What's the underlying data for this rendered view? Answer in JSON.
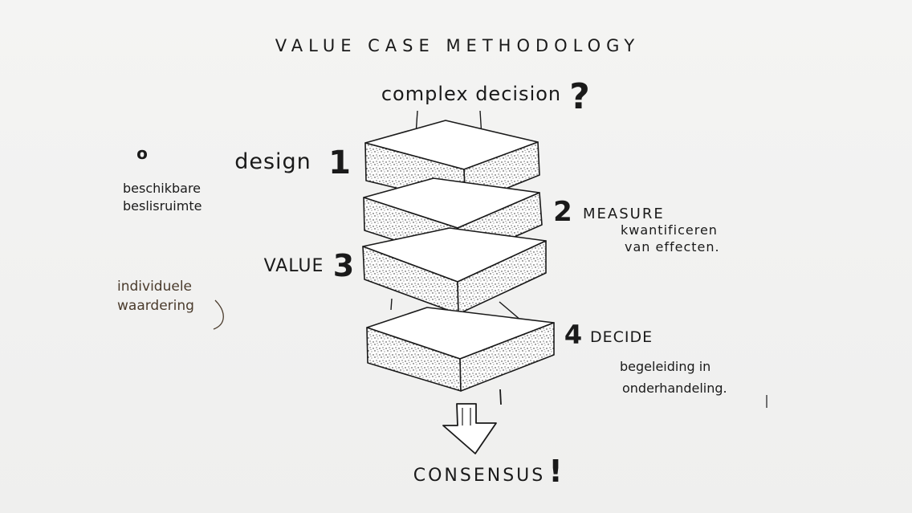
{
  "diagram": {
    "title": "VALUE CASE METHODOLOGY",
    "top_label": "complex decision",
    "top_mark": "?",
    "steps": [
      {
        "number": "1",
        "label": "design",
        "note_lines": []
      },
      {
        "number": "2",
        "label": "MEASURE",
        "note_lines": [
          "kwantificeren",
          "van effecten."
        ]
      },
      {
        "number": "3",
        "label": "VALUE",
        "note_lines": []
      },
      {
        "number": "4",
        "label": "DECIDE",
        "note_lines": [
          "begeleiding in",
          "onderhandeling."
        ]
      }
    ],
    "left_notes": {
      "step1": [
        "beschikbare",
        "beslisruimte"
      ],
      "step3": [
        "individuele",
        "waardering"
      ]
    },
    "bullet": "o",
    "result": "CONSENSUS",
    "result_mark": "!"
  }
}
